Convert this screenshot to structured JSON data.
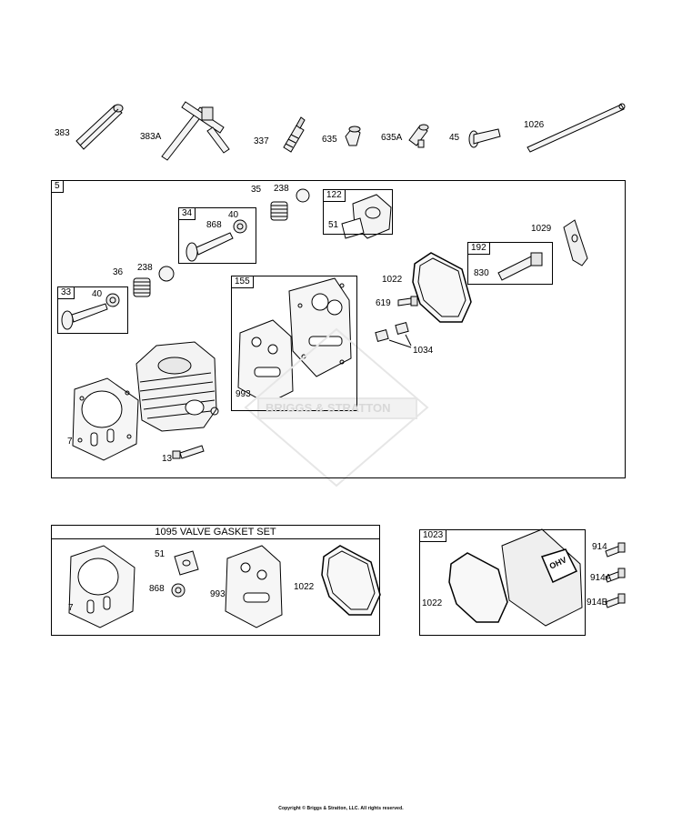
{
  "top_row": {
    "p383": "383",
    "p383A": "383A",
    "p337": "337",
    "p635": "635",
    "p635A": "635A",
    "p45": "45",
    "p1026": "1026"
  },
  "main_group": {
    "id": "5",
    "p35": "35",
    "p238a": "238",
    "p36": "36",
    "p238b": "238",
    "box34": {
      "id": "34",
      "p868": "868",
      "p40": "40"
    },
    "box33": {
      "id": "33",
      "p40": "40"
    },
    "box122": {
      "id": "122",
      "p51": "51"
    },
    "box155": {
      "id": "155",
      "p993": "993"
    },
    "box192": {
      "id": "192",
      "p830": "830"
    },
    "p1029": "1029",
    "p1022": "1022",
    "p619": "619",
    "p1034": "1034",
    "p7": "7",
    "p13": "13",
    "watermark": "BRIGGS & STRATTON"
  },
  "gasket_set": {
    "title": "1095 VALVE GASKET SET",
    "p51": "51",
    "p868": "868",
    "p993": "993",
    "p1022": "1022",
    "p7": "7"
  },
  "cover_group": {
    "id": "1023",
    "p1022": "1022",
    "p914": "914",
    "p914A": "914A",
    "p914B": "914B",
    "cover_logo": "OHV"
  },
  "copyright": "Copyright © Briggs & Stratton, LLC. All rights reserved."
}
